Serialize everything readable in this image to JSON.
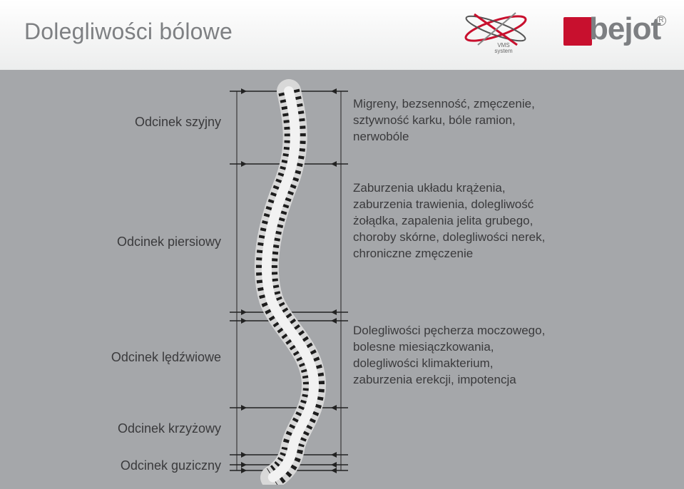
{
  "header": {
    "title": "Dolegliwości bólowe",
    "vms_logo_text": [
      "VMS",
      "system"
    ],
    "brand_logo_text": "bejot",
    "brand_mark": "R"
  },
  "segments": [
    {
      "label": "Odcinek szyjny",
      "description": [
        "Migreny, bezsenność, zmęczenie,",
        "sztywność karku, bóle ramion,",
        "nerwobóle"
      ]
    },
    {
      "label": "Odcinek piersiowy",
      "description": [
        "Zaburzenia układu krążenia,",
        "zaburzenia trawienia, dolegliwość",
        "żołądka, zapalenia jelita grubego,",
        "choroby skórne, dolegliwości nerek,",
        "chroniczne zmęczenie"
      ]
    },
    {
      "label": "Odcinek lędźwiowe",
      "description": [
        "Dolegliwości pęcherza moczowego,",
        "bolesne miesiączkowania,",
        "dolegliwości klimakterium,",
        "zaburzenia erekcji, impotencja"
      ]
    },
    {
      "label": "Odcinek krzyżowy",
      "description": []
    },
    {
      "label": "Odcinek guziczny",
      "description": []
    }
  ],
  "colors": {
    "background": "#a5a7aa",
    "title": "#7e8083",
    "brand_red": "#c8102e",
    "text": "#3a3a3c"
  }
}
